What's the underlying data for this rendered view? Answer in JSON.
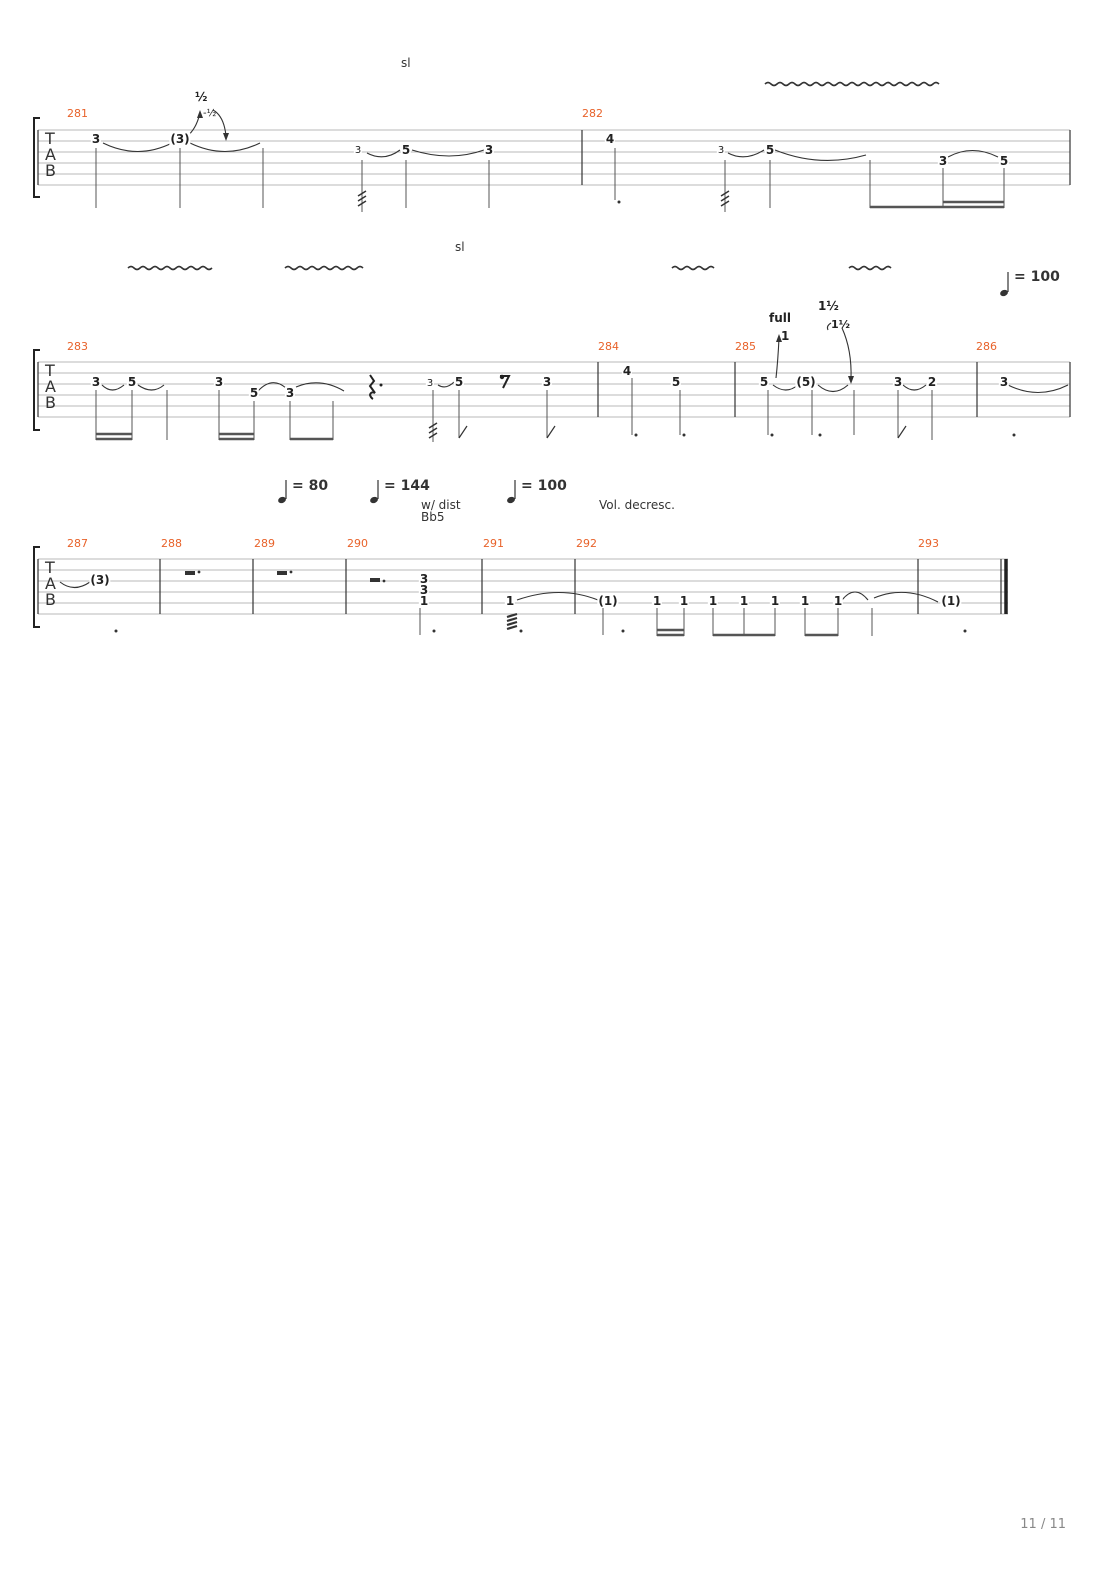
{
  "page_indicator": "11 / 11",
  "tab_clef": [
    "T",
    "A",
    "B"
  ],
  "systems": [
    {
      "measures": [
        "281",
        "282"
      ],
      "annotations": {
        "slide": "sl"
      },
      "bends": {
        "b1": "½",
        "b2": "-½"
      },
      "frets": [
        "3",
        "(3)",
        "3",
        "5",
        "3",
        "4",
        "3",
        "5",
        "3",
        "5"
      ]
    },
    {
      "measures": [
        "283",
        "284",
        "285",
        "286"
      ],
      "annotations": {
        "slide": "sl"
      },
      "tempo": "= 100",
      "bends": {
        "b1": "full",
        "b2": "1",
        "b3": "1½",
        "b4": "1½"
      },
      "frets": [
        "3",
        "5",
        "3",
        "5",
        "3",
        "3",
        "5",
        "3",
        "4",
        "5",
        "5",
        "(5)",
        "3",
        "2",
        "3"
      ]
    },
    {
      "measures": [
        "287",
        "288",
        "289",
        "290",
        "291",
        "292",
        "293"
      ],
      "tempos": [
        "= 80",
        "= 144",
        "= 100"
      ],
      "annotations": {
        "dist": "w/ dist",
        "chord": "Bb5",
        "vol": "Vol. decresc."
      },
      "frets": [
        "(3)",
        "3",
        "3",
        "1",
        "1",
        "(1)",
        "1",
        "1",
        "1",
        "1",
        "1",
        "1",
        "1",
        "(1)"
      ]
    }
  ]
}
